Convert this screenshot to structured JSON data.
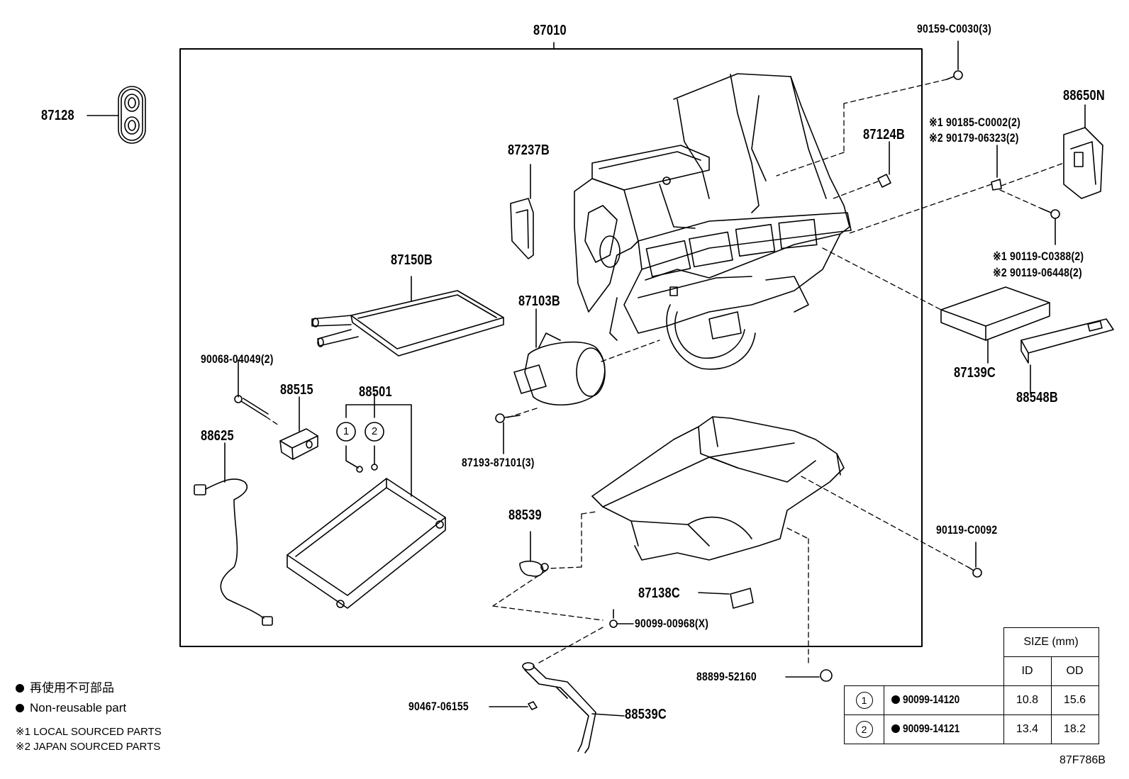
{
  "diagram_code": "87F786B",
  "parts": {
    "p87010": "87010",
    "p87128": "87128",
    "p90159": "90159-C0030(3)",
    "p88650n": "88650N",
    "p87237b": "87237B",
    "p87124b": "87124B",
    "p90185": "※1 90185-C0002(2)",
    "p90179": "※2 90179-06323(2)",
    "p87150b": "87150B",
    "p90119a": "※1 90119-C0388(2)",
    "p90119b": "※2 90119-06448(2)",
    "p87103b": "87103B",
    "p90068": "90068-04049(2)",
    "p88515": "88515",
    "p88501": "88501",
    "p87139c": "87139C",
    "p88548b": "88548B",
    "p88625": "88625",
    "p87193": "87193-87101(3)",
    "p88539": "88539",
    "p90119c": "90119-C0092",
    "p87138c": "87138C",
    "p90099": "90099-00968(X)",
    "p88899": "88899-52160",
    "p90467": "90467-06155",
    "p88539c": "88539C"
  },
  "callouts": {
    "c1": "1",
    "c2": "2"
  },
  "legend": {
    "non_reusable_jp": "再使用不可部品",
    "non_reusable_en": "Non-reusable part",
    "note1": "※1 LOCAL SOURCED PARTS",
    "note2": "※2 JAPAN SOURCED PARTS"
  },
  "size_table": {
    "header": "SIZE (mm)",
    "col_id": "ID",
    "col_od": "OD",
    "rows": [
      {
        "ref": "1",
        "part": "90099-14120",
        "id": "10.8",
        "od": "15.6"
      },
      {
        "ref": "2",
        "part": "90099-14121",
        "id": "13.4",
        "od": "18.2"
      }
    ]
  },
  "colors": {
    "line": "#000000",
    "background": "#ffffff"
  }
}
